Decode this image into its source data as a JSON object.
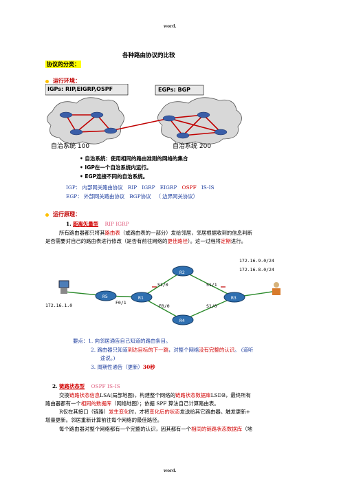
{
  "page": {
    "header": "word.",
    "footer": "word."
  },
  "doc": {
    "title": "各种路由协议的比较",
    "section1": "协议的分类：",
    "bullet1": "运行环境：",
    "diagram1": {
      "igp_label": "IGPs: RIP,EIGRP,OSPF",
      "egp_label": "EGPs: BGP",
      "as100": "自治系统 100",
      "as200": "自治系统 200",
      "notes": [
        "• 自治系统：使用相同的路由准则的网络的集合",
        "• IGP在一个自治系统内运行。",
        "• EGP连接不同的自治系统。"
      ]
    },
    "igp_line": {
      "label": "IGP：",
      "desc": "内部网关路由协议",
      "protos": [
        "RIP",
        "IGRP",
        "EIGRP",
        "OSPF",
        "IS-IS"
      ]
    },
    "egp_line": {
      "label": "EGP：",
      "desc": "外部网关路由协议",
      "proto": "BGP协议",
      "note": "（ 边界网关协议）"
    },
    "bullet2": "运行原理：",
    "dv": {
      "num": "1.",
      "title": "距离矢量型",
      "protos": "RIP   IGRP",
      "p1a": "所有路由器都只将其",
      "p1b": "路由表",
      "p1c": "（或路由表的一部分）发给邻居，邻居根据收到的信息判断",
      "p2a": "是否需要对自己的路由表进行修改（是否有前往网络的",
      "p2b": "更佳路径",
      "p2c": "）。这一过程将",
      "p2d": "定期",
      "p2e": "进行。"
    },
    "diagram2": {
      "routers": [
        "R2",
        "R1",
        "R3",
        "R5",
        "R4"
      ],
      "ifaces": [
        "S1/0",
        "S1/1",
        "F0/1",
        "F0/0",
        "S1/0"
      ],
      "nets": [
        "172.16.9.0/24",
        "172.16.8.0/24",
        "172.16.1.0"
      ]
    },
    "points": {
      "label": "要点：",
      "p1": "1.  向邻居通告自己知道的路由条目。",
      "p2a": "2.  路由器只知道",
      "p2b": "到达目标的下一跳",
      "p2c": "，对整个网络",
      "p2d": "没有完整的认识",
      "p2e": "。   (道听",
      "p2f": "途说。)",
      "p3a": "3.  周期性通告（更新）",
      "p3b": "30秒"
    },
    "ls": {
      "num": "2.",
      "title": "链路状态型",
      "protos": "OSPF   IS-IS",
      "l1a": "交换",
      "l1b": "链路状态信息",
      "l1c": "LSA(局部地图)，构建整个网络的",
      "l1d": "链路状态数据库",
      "l1e": "LSDB，最终所有",
      "l2a": "路由器都有一个",
      "l2b": "相同的数据库",
      "l2c": "（网络地图）；依据 SPF 算法自己计算路由表。",
      "l3a": "R仅在其接口（链路）",
      "l3b": "发生变化",
      "l3c": "时，才将",
      "l3d": "变化后的状态",
      "l3e": "发送给其它路由器。触发更新+",
      "l4": "增量更新。邻居重新计算前往每个网络的最佳路径。",
      "l5a": "每个路由器对整个网络都有一个完整的认识，因其都有一个",
      "l5b": "相同的链路状态数据库",
      "l5c": "（地"
    }
  },
  "colors": {
    "accent_red": "#c00000",
    "highlight": "#ffff00",
    "bullet": "#ffc000",
    "blue": "#1f3f9f"
  }
}
